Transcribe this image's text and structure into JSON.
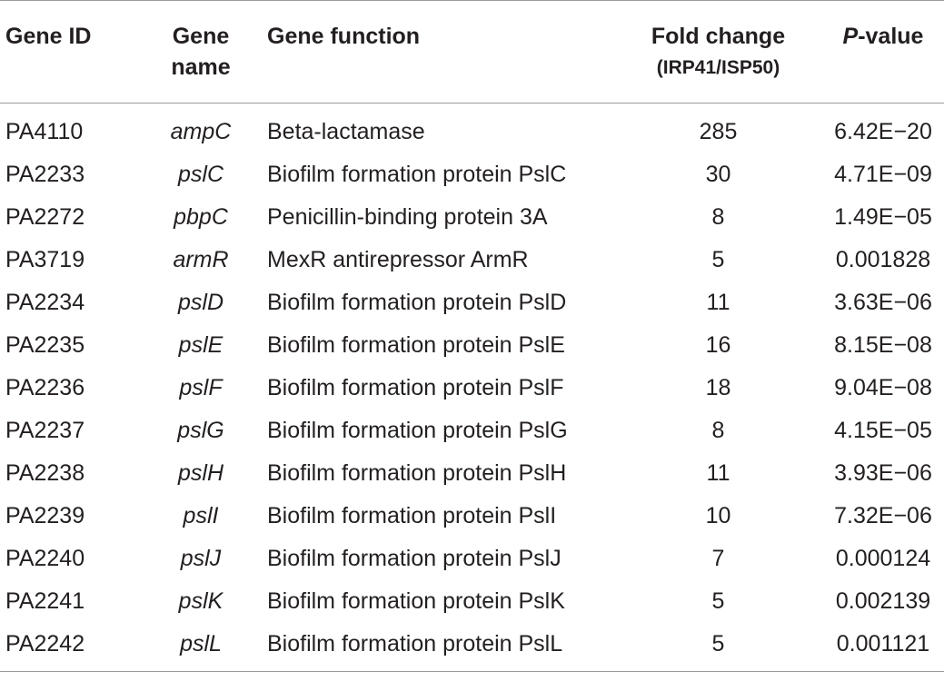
{
  "table": {
    "headers": {
      "gene_id": "Gene ID",
      "gene_name_line1": "Gene",
      "gene_name_line2": "name",
      "gene_function": "Gene function",
      "fold_change": "Fold change",
      "fold_change_sub": "(IRP41/ISP50)",
      "p_value_italic": "P",
      "p_value_rest": "-value"
    },
    "rows": [
      {
        "gene_id": "PA4110",
        "gene_name": "ampC",
        "function": "Beta-lactamase",
        "fold_change": "285",
        "p_value": "6.42E−20"
      },
      {
        "gene_id": "PA2233",
        "gene_name": "pslC",
        "function": "Biofilm formation protein PslC",
        "fold_change": "30",
        "p_value": "4.71E−09"
      },
      {
        "gene_id": "PA2272",
        "gene_name": "pbpC",
        "function": "Penicillin-binding protein 3A",
        "fold_change": "8",
        "p_value": "1.49E−05"
      },
      {
        "gene_id": "PA3719",
        "gene_name": "armR",
        "function": "MexR antirepressor ArmR",
        "fold_change": "5",
        "p_value": "0.001828"
      },
      {
        "gene_id": "PA2234",
        "gene_name": "pslD",
        "function": "Biofilm formation protein PslD",
        "fold_change": "11",
        "p_value": "3.63E−06"
      },
      {
        "gene_id": "PA2235",
        "gene_name": "pslE",
        "function": "Biofilm formation protein PslE",
        "fold_change": "16",
        "p_value": "8.15E−08"
      },
      {
        "gene_id": "PA2236",
        "gene_name": "pslF",
        "function": "Biofilm formation protein PslF",
        "fold_change": "18",
        "p_value": "9.04E−08"
      },
      {
        "gene_id": "PA2237",
        "gene_name": "pslG",
        "function": "Biofilm formation protein PslG",
        "fold_change": "8",
        "p_value": "4.15E−05"
      },
      {
        "gene_id": "PA2238",
        "gene_name": "pslH",
        "function": "Biofilm formation protein PslH",
        "fold_change": "11",
        "p_value": "3.93E−06"
      },
      {
        "gene_id": "PA2239",
        "gene_name": "pslI",
        "function": "Biofilm formation protein PslI",
        "fold_change": "10",
        "p_value": "7.32E−06"
      },
      {
        "gene_id": "PA2240",
        "gene_name": "pslJ",
        "function": "Biofilm formation protein PslJ",
        "fold_change": "7",
        "p_value": "0.000124"
      },
      {
        "gene_id": "PA2241",
        "gene_name": "pslK",
        "function": "Biofilm formation protein PslK",
        "fold_change": "5",
        "p_value": "0.002139"
      },
      {
        "gene_id": "PA2242",
        "gene_name": "pslL",
        "function": "Biofilm formation protein PslL",
        "fold_change": "5",
        "p_value": "0.001121"
      }
    ]
  }
}
